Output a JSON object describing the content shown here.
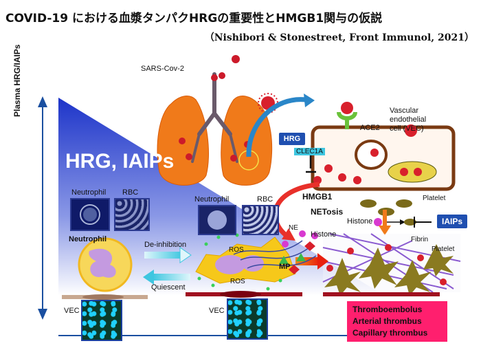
{
  "title": "COVID-19 における血漿タンパクHRGの重要性とHMGB1関与の仮説",
  "citation": "（Nishibori & Stonestreet, Front Immunol, 2021）",
  "labels": {
    "sars": "SARS-Cov-2",
    "vascular": "Vascular\nendothelial\ncell (VEC)",
    "ace2": "ACE2",
    "hrg": "HRG",
    "clec1a": "CLEC1A",
    "hmgb1": "HMGB1",
    "netosis": "NETosis",
    "platelet1": "Platelet",
    "histone1": "Histone",
    "iaips": "IAIPs",
    "fibrin": "Fibrin",
    "platelet2": "Platelet",
    "hrg_iaips": "HRG, IAIPs",
    "neutrophil1": "Neutrophil",
    "rbc1": "RBC",
    "neutrophil2": "Neutrophil",
    "rbc2": "RBC",
    "neutrophil3": "Neutrophil",
    "deinhibition": "De-inhibition",
    "quiescent": "Quiescent",
    "ne": "NE",
    "histone2": "Histone",
    "ros1": "ROS",
    "ros2": "ROS",
    "mp": "MP",
    "vec1": "VEC",
    "vec2": "VEC",
    "yaxis": "Plasma HRG/IAIPs"
  },
  "outcomes": [
    "Thromboembolus",
    "Arterial thrombus",
    "Capillary thrombus"
  ],
  "colors": {
    "triangle_top": "#1d34c9",
    "lung": "#f07a1a",
    "pink": "#ff1f6e",
    "blue_box": "#1f4fb0",
    "axis": "#1a4fa0"
  }
}
